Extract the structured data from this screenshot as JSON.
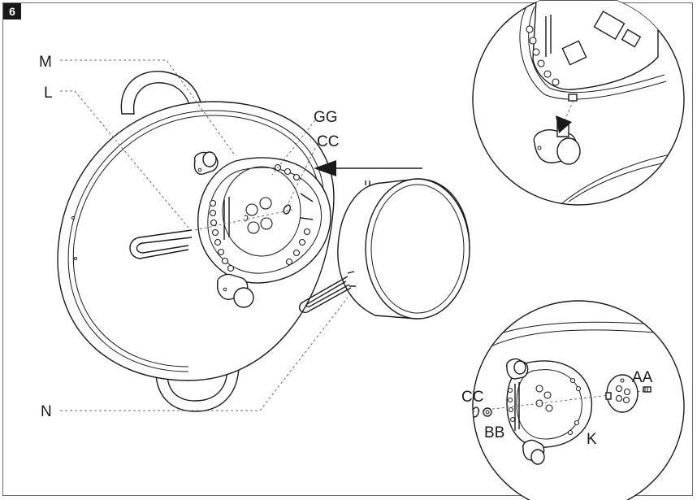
{
  "figure": {
    "step_number": "6",
    "labels": {
      "M": "M",
      "L": "L",
      "GG": "GG",
      "CC_main": "CC",
      "N": "N",
      "CC_detail": "CC",
      "BB": "BB",
      "AA": "AA",
      "K": "K"
    }
  },
  "colors": {
    "line": "#1a1a1a",
    "leader": "#6b6b6b",
    "background": "#ffffff"
  }
}
